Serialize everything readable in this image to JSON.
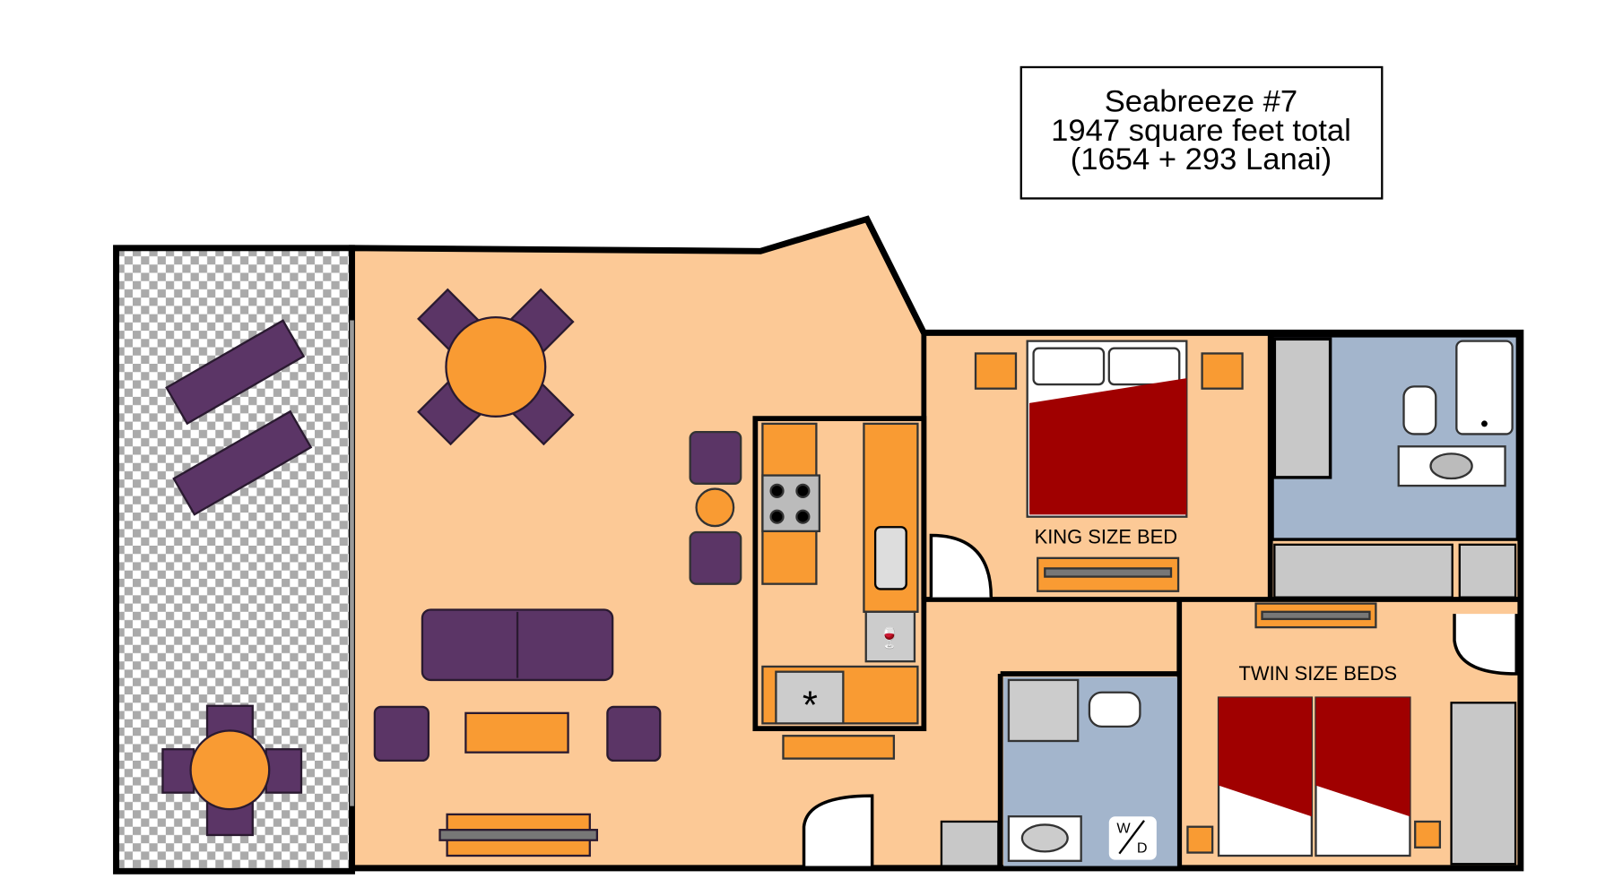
{
  "title_box": {
    "line1": "Seabreeze #7",
    "line2": "1947 square feet total",
    "line3": "(1654 + 293 Lanai)"
  },
  "rooms": {
    "king_label": "KING SIZE BED",
    "twin_label": "TWIN SIZE BEDS",
    "washer_dryer_top": "W",
    "washer_dryer_bottom": "D"
  },
  "colors": {
    "floor": "#fcc996",
    "counter": "#f99b33",
    "furniture": "#5b3566",
    "bed": "#a00000",
    "bath": "#a3b5cc",
    "closet": "#c8c8c8",
    "wall": "#000000"
  }
}
